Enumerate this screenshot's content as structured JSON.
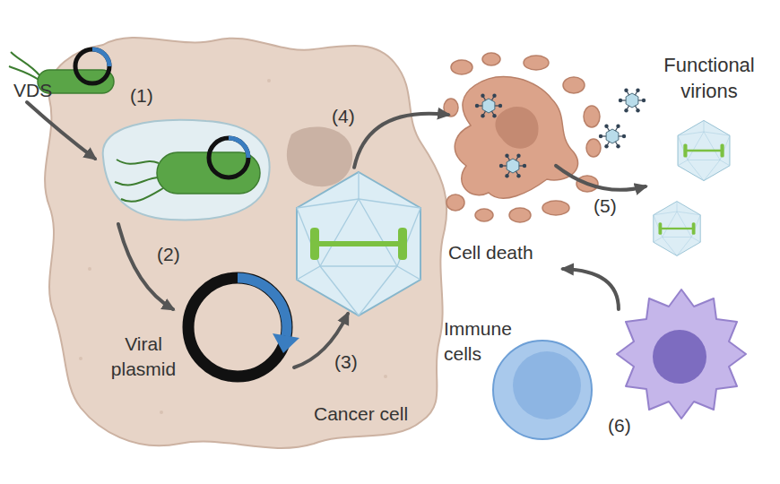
{
  "diagram": {
    "nodes": [
      {
        "text": [
          "Cancer cell"
        ]
      },
      {
        "text": [
          "VDS"
        ]
      },
      {
        "text": [
          "Viral plasmid"
        ],
        "in": 0
      },
      {
        "text": [
          "Cell death"
        ]
      },
      {
        "text": [
          "Functional virions"
        ]
      },
      {
        "text": [
          "Immune cells"
        ]
      }
    ],
    "edges": [
      {
        "from": 0,
        "to": 3,
        "arrow": "to"
      },
      {
        "from": 3,
        "to": 4,
        "arrow": "to"
      },
      {
        "from": 5,
        "to": 3,
        "arrow": "to"
      }
    ],
    "labels": [
      "(1)",
      "(2)",
      "(3)",
      "(4)",
      "(5)",
      "(6)"
    ]
  }
}
